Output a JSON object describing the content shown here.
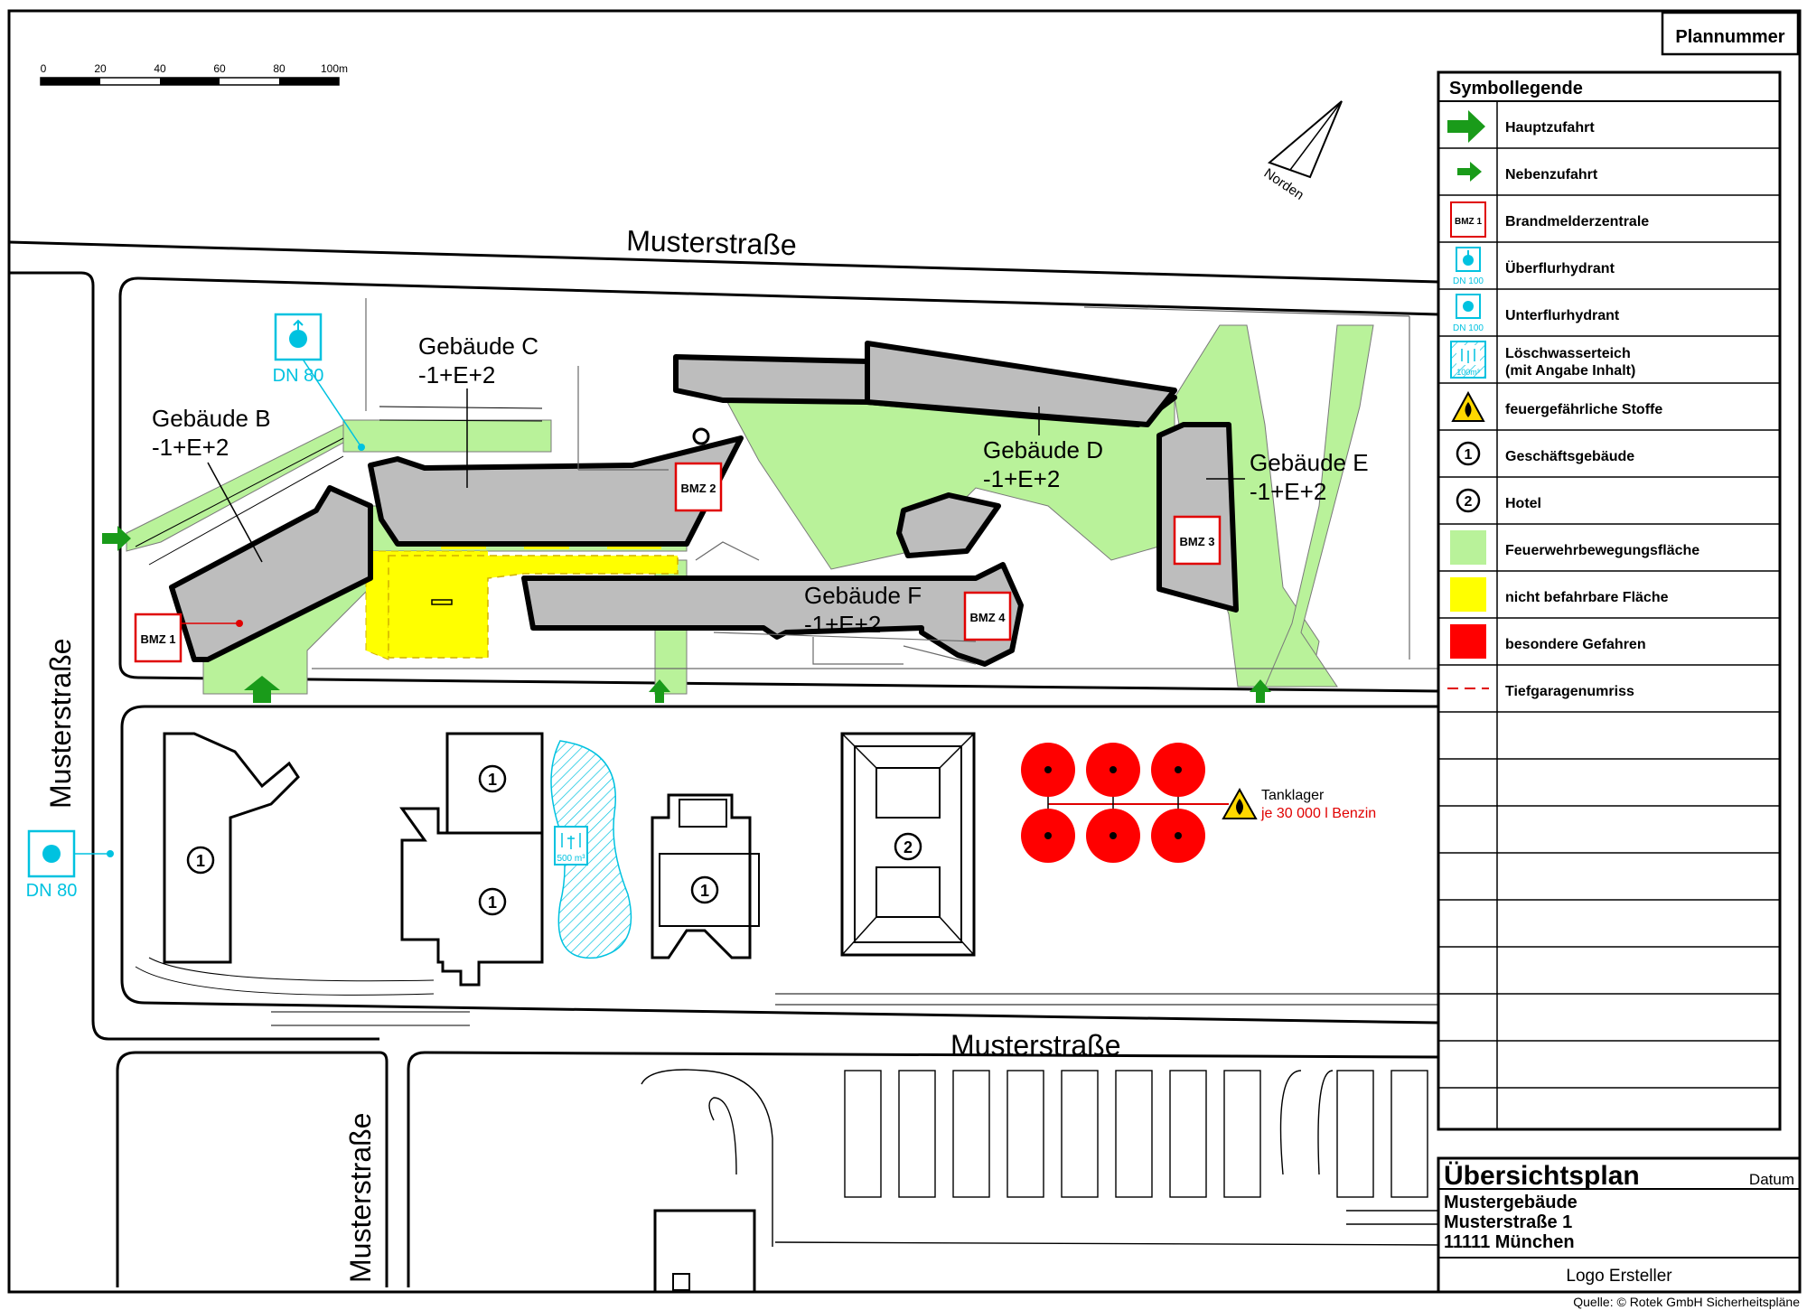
{
  "plan_number_label": "Plannummer",
  "scale": {
    "ticks": [
      "0",
      "20",
      "40",
      "60",
      "80",
      "100m"
    ]
  },
  "north_label": "Norden",
  "streets": {
    "top": "Musterstraße",
    "left": "Musterstraße",
    "bottom": "Musterstraße",
    "lower_left": "Musterstraße"
  },
  "buildings": {
    "b": {
      "name": "Gebäude B",
      "floors": "-1+E+2"
    },
    "c": {
      "name": "Gebäude C",
      "floors": "-1+E+2"
    },
    "d": {
      "name": "Gebäude D",
      "floors": "-1+E+2"
    },
    "e": {
      "name": "Gebäude E",
      "floors": "-1+E+2"
    },
    "f": {
      "name": "Gebäude F",
      "floors": "-1+E+2"
    }
  },
  "bmz": {
    "b1": "BMZ 1",
    "b2": "BMZ 2",
    "b3": "BMZ 3",
    "b4": "BMZ 4"
  },
  "hydrants": {
    "top": "DN 80",
    "left": "DN 80"
  },
  "pond_label": "500 m³",
  "numbered_markers": {
    "business": "1",
    "hotel": "2"
  },
  "tank": {
    "label": "Tanklager",
    "detail": "je 30 000 l Benzin"
  },
  "legend": {
    "title": "Symbollegende",
    "items": [
      {
        "label": "Hauptzufahrt",
        "icon": "main-access-arrow-icon"
      },
      {
        "label": "Nebenzufahrt",
        "icon": "secondary-access-arrow-icon"
      },
      {
        "label": "Brandmelderzentrale",
        "icon": "fire-alarm-panel-icon",
        "symbol_text": "BMZ 1"
      },
      {
        "label": "Überflurhydrant",
        "icon": "above-ground-hydrant-icon",
        "symbol_text": "DN 100"
      },
      {
        "label": "Unterflurhydrant",
        "icon": "underground-hydrant-icon",
        "symbol_text": "DN 100"
      },
      {
        "label": "Löschwasserteich",
        "label2": "(mit Angabe Inhalt)",
        "icon": "fire-water-pond-icon",
        "symbol_text": "100m³"
      },
      {
        "label": "feuergefährliche Stoffe",
        "icon": "flammable-warning-icon"
      },
      {
        "label": "Geschäftsgebäude",
        "icon": "business-building-marker-icon",
        "symbol_text": "1"
      },
      {
        "label": "Hotel",
        "icon": "hotel-marker-icon",
        "symbol_text": "2"
      },
      {
        "label": "Feuerwehrbewegungsfläche",
        "icon": "fire-brigade-area-swatch"
      },
      {
        "label": "nicht befahrbare Fläche",
        "icon": "non-drivable-area-swatch"
      },
      {
        "label": "besondere Gefahren",
        "icon": "special-hazards-swatch"
      },
      {
        "label": "Tiefgaragenumriss",
        "icon": "underground-garage-outline-icon"
      }
    ]
  },
  "title_block": {
    "title": "Übersichtsplan",
    "date_label": "Datum",
    "address": [
      "Mustergebäude",
      "Musterstraße 1",
      "11111 München"
    ],
    "logo": "Logo Ersteller"
  },
  "source": "Quelle: © Rotek GmbH Sicherheitspläne",
  "colors": {
    "fire_area": "#b9f29a",
    "non_drivable": "#ffff00",
    "hazard": "#ff0000",
    "building": "#bdbdbd",
    "bmz": "#e00000",
    "hydrant": "#00c2e0",
    "arrow": "#1a9b1a"
  }
}
